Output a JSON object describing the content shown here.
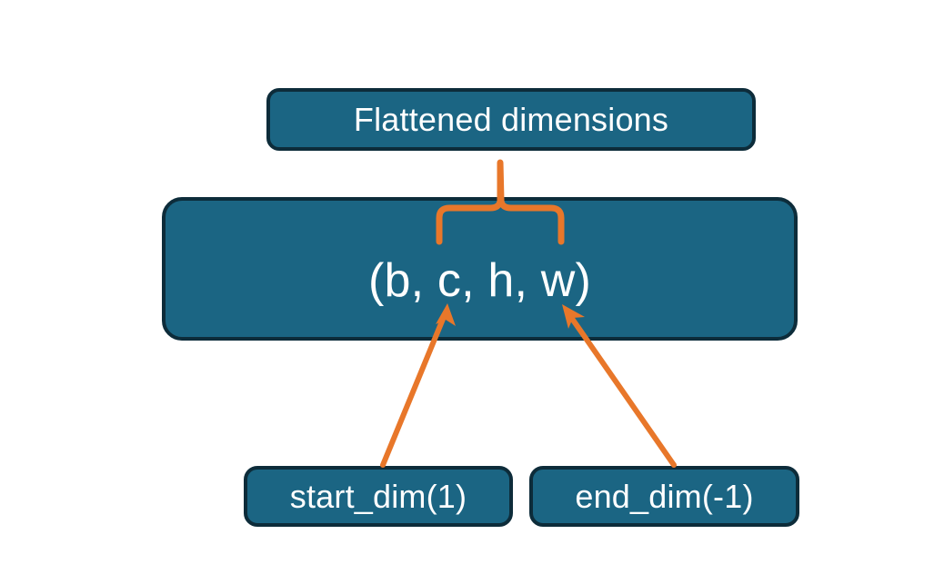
{
  "diagram": {
    "title_node": {
      "label": "Flattened dimensions",
      "name": "flattened-dimensions-box"
    },
    "shape_node": {
      "label": "(b, c, h, w)",
      "name": "tensor-shape-box"
    },
    "start_node": {
      "label": "start_dim(1)",
      "name": "start-dim-box"
    },
    "end_node": {
      "label": "end_dim(-1)",
      "name": "end-dim-box"
    },
    "connectors": [
      {
        "name": "flatten-span-brace",
        "kind": "curly-brace",
        "from": "tensor-shape-box",
        "to": "flattened-dimensions-box",
        "spans": "c, h, w"
      },
      {
        "name": "start-dim-arrow",
        "kind": "arrow",
        "from": "start-dim-box",
        "to": "c",
        "direction": "up-right"
      },
      {
        "name": "end-dim-arrow",
        "kind": "arrow",
        "from": "end-dim-box",
        "to": "w",
        "direction": "up-left"
      }
    ],
    "colors": {
      "box_fill": "#1b6583",
      "box_border": "#0d2c3a",
      "box_text": "#ffffff",
      "connector": "#e8772a",
      "background": "#ffffff"
    }
  }
}
